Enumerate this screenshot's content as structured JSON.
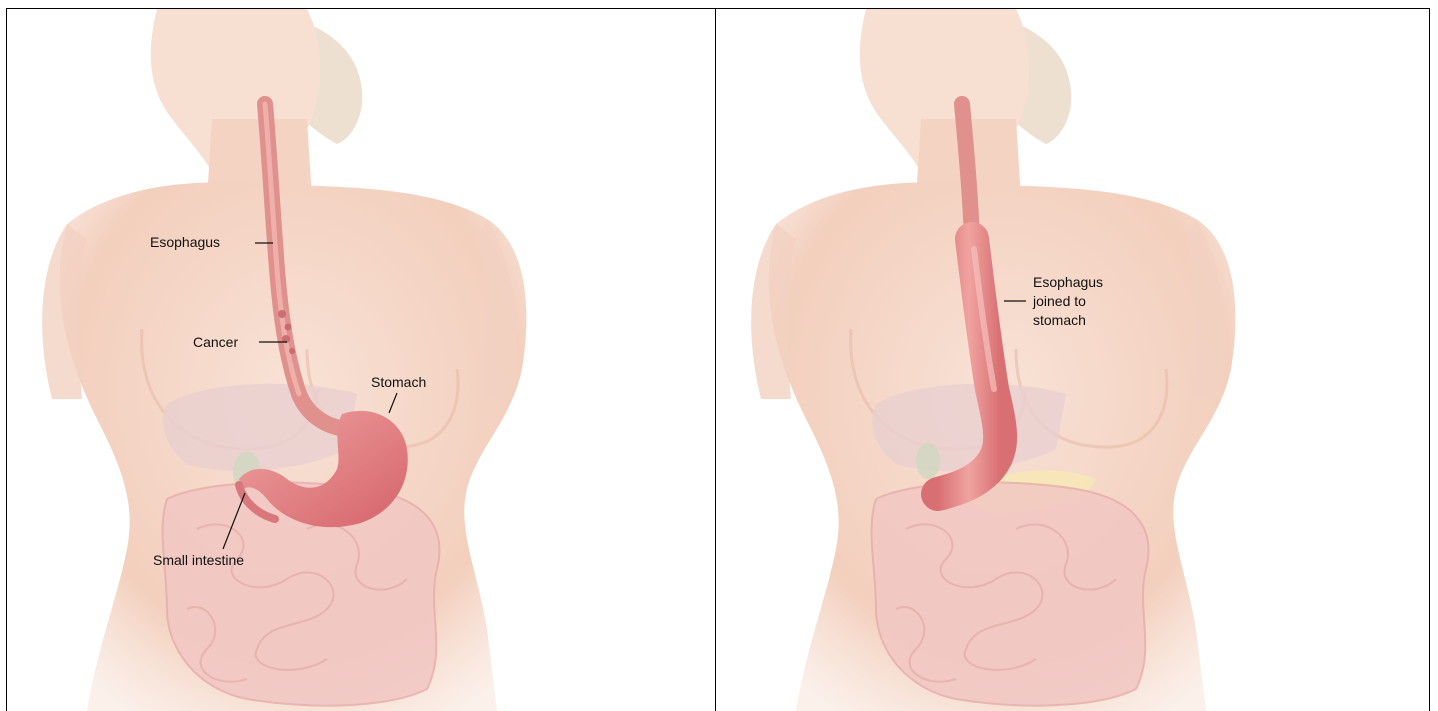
{
  "panels": [
    {
      "labels": {
        "esophagus": "Esophagus",
        "cancer": "Cancer",
        "stomach": "Stomach",
        "small_intestine": "Small intestine"
      }
    },
    {
      "labels": {
        "line1": "Esophagus",
        "line2": "joined to",
        "line3": "stomach"
      }
    }
  ],
  "colors": {
    "skin": "#f5d6c6",
    "skin_shadow": "#e9b9a4",
    "hair": "#eadbcb",
    "esophagus": "#e79a94",
    "esophagus_dark": "#c86a6a",
    "stomach": "#e27f83",
    "intestine": "#f3c8c3",
    "liver": "#e8cfcf",
    "pancreas": "#f6e7b8"
  }
}
